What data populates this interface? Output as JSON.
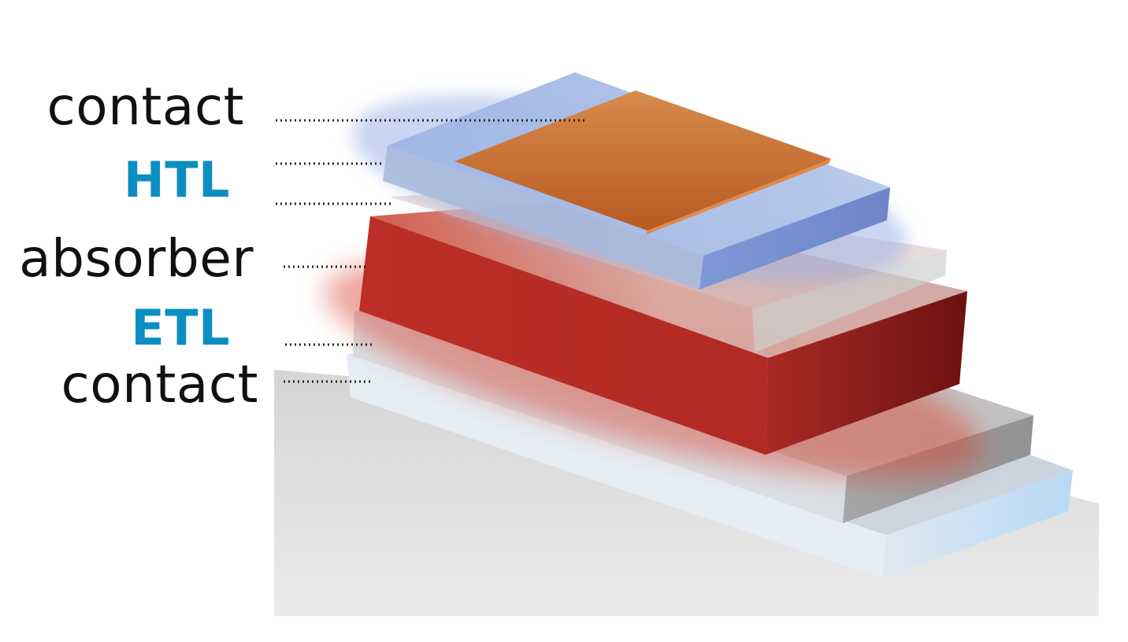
{
  "labels": {
    "contact_top": "contact",
    "htl": "HTL",
    "absorber": "absorber",
    "etl": "ETL",
    "contact_bottom": "contact"
  },
  "colors": {
    "label_text": "#111111",
    "transport_layer_label": "#0d8ec2",
    "contact_top_fill": "#c8682a",
    "htl_fill": "#8aa7df",
    "absorber_fill": "#b92b25",
    "etl_fill": "#c8c8c8",
    "contact_bottom_fill": "#cfdff0",
    "shadow": "#c7c7c7"
  }
}
